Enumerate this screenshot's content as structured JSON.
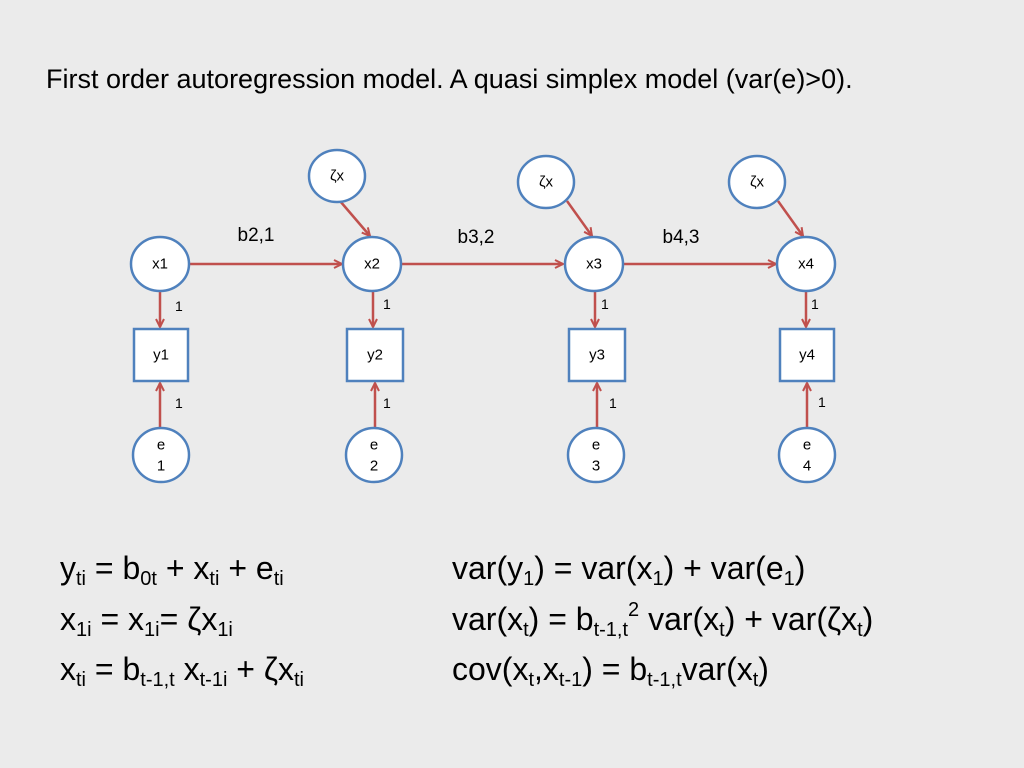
{
  "title": "First order autoregression model. A quasi simplex model (var(e)>0).",
  "diagram": {
    "latent": [
      {
        "id": "x1",
        "label": "x1"
      },
      {
        "id": "x2",
        "label": "x2"
      },
      {
        "id": "x3",
        "label": "x3"
      },
      {
        "id": "x4",
        "label": "x4"
      }
    ],
    "observed": [
      {
        "id": "y1",
        "label": "y1"
      },
      {
        "id": "y2",
        "label": "y2"
      },
      {
        "id": "y3",
        "label": "y3"
      },
      {
        "id": "y4",
        "label": "y4"
      }
    ],
    "errors": [
      {
        "id": "e1",
        "line1": "e",
        "line2": "1"
      },
      {
        "id": "e2",
        "line1": "e",
        "line2": "2"
      },
      {
        "id": "e3",
        "line1": "e",
        "line2": "3"
      },
      {
        "id": "e4",
        "line1": "e",
        "line2": "4"
      }
    ],
    "disturbances": [
      {
        "id": "zeta2",
        "label": "ζx"
      },
      {
        "id": "zeta3",
        "label": "ζx"
      },
      {
        "id": "zeta4",
        "label": "ζx"
      }
    ],
    "path_labels": [
      "b2,1",
      "b3,2",
      "b4,3"
    ],
    "loading_label": "1",
    "error_label": "1"
  },
  "equations": {
    "left": [
      {
        "id": "eq-y",
        "parts": [
          [
            "",
            "y"
          ],
          [
            "sub",
            "ti"
          ],
          [
            "",
            " = b"
          ],
          [
            "sub",
            "0t"
          ],
          [
            "",
            " + x"
          ],
          [
            "sub",
            "ti"
          ],
          [
            "",
            " + e"
          ],
          [
            "sub",
            "ti"
          ]
        ]
      },
      {
        "id": "eq-x1",
        "parts": [
          [
            "",
            "x"
          ],
          [
            "sub",
            "1i"
          ],
          [
            "",
            " = x"
          ],
          [
            "sub",
            "1i"
          ],
          [
            "",
            "= ζx"
          ],
          [
            "sub",
            "1i"
          ]
        ]
      },
      {
        "id": "eq-xt",
        "parts": [
          [
            "",
            "x"
          ],
          [
            "sub",
            "ti"
          ],
          [
            "",
            " = b"
          ],
          [
            "sub",
            "t-1,t"
          ],
          [
            "",
            " x"
          ],
          [
            "sub",
            "t-1i"
          ],
          [
            "",
            " + ζx"
          ],
          [
            "sub",
            "ti"
          ]
        ]
      }
    ],
    "right": [
      {
        "id": "eq-var-y1",
        "parts": [
          [
            "",
            "var(y"
          ],
          [
            "sub",
            "1"
          ],
          [
            "",
            ") = var(x"
          ],
          [
            "sub",
            "1"
          ],
          [
            "",
            ") + var(e"
          ],
          [
            "sub",
            "1"
          ],
          [
            "",
            ")"
          ]
        ]
      },
      {
        "id": "eq-var-xt",
        "parts": [
          [
            "",
            "var(x"
          ],
          [
            "sub",
            "t"
          ],
          [
            "",
            ") = b"
          ],
          [
            "sub",
            "t-1,t"
          ],
          [
            "sup",
            "2"
          ],
          [
            "",
            " var(x"
          ],
          [
            "sub",
            "t"
          ],
          [
            "",
            ") + var(ζx"
          ],
          [
            "sub",
            "t"
          ],
          [
            "",
            ")"
          ]
        ]
      },
      {
        "id": "eq-cov",
        "parts": [
          [
            "",
            "cov(x"
          ],
          [
            "sub",
            "t"
          ],
          [
            "",
            ",x"
          ],
          [
            "sub",
            "t-1"
          ],
          [
            "",
            ") = b"
          ],
          [
            "sub",
            "t-1,t"
          ],
          [
            "",
            "var(x"
          ],
          [
            "sub",
            "t"
          ],
          [
            "",
            ")"
          ]
        ]
      }
    ]
  },
  "colors": {
    "node_fill": "#ffffff",
    "node_stroke": "#4f81bd",
    "arrow": "#c0504d",
    "background": "#ebebeb"
  }
}
